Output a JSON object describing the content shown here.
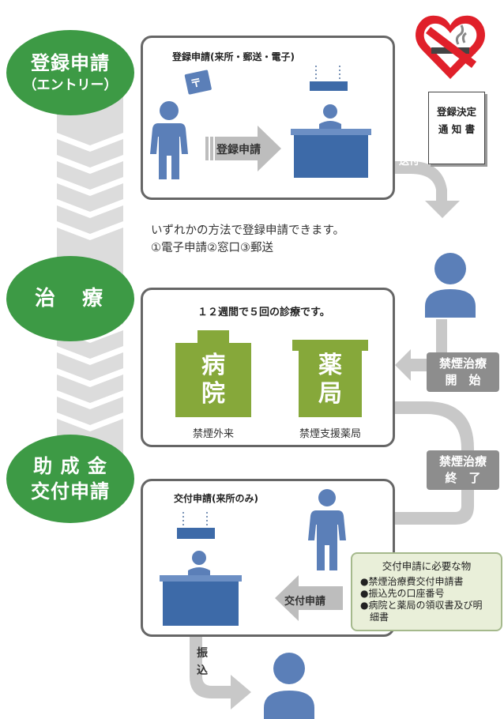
{
  "stages": {
    "registration": {
      "title": "登録申請",
      "subtitle": "（エントリー）"
    },
    "treatment": {
      "title": "治　療"
    },
    "subsidy": {
      "line1": "助 成 金",
      "line2": "交付申請"
    }
  },
  "panel1": {
    "title": "登録申請(来所・郵送・電子)",
    "arrow_label": "登録申請",
    "postal_mark": "〒",
    "send_label": "送付",
    "doc_line1": "登録決定",
    "doc_line2": "通 知 書"
  },
  "note": {
    "line1": "いずれかの方法で登録申請できます。",
    "line2": "①電子申請②窓口③郵送"
  },
  "panel2": {
    "title": "１２週間で５回の診療です。",
    "hospital_label": "病\n院",
    "hospital_caption": "禁煙外来",
    "pharmacy_label": "薬\n局",
    "pharmacy_caption": "禁煙支援薬局"
  },
  "badges": {
    "start": {
      "line1": "禁煙治療",
      "line2": "開　始"
    },
    "end": {
      "line1": "禁煙治療",
      "line2": "終　了"
    }
  },
  "panel3": {
    "title": "交付申請(来所のみ)",
    "arrow_label": "交付申請"
  },
  "requirements": {
    "title": "交付申請に必要な物",
    "items": [
      "●禁煙治療費交付申請書",
      "●振込先の口座番号",
      "●病院と薬局の領収書及び明",
      "　細書"
    ]
  },
  "transfer": {
    "line1": "振",
    "line2": "込"
  },
  "colors": {
    "green": "#3d9a45",
    "olive": "#86a83a",
    "person": "#5b7fb8",
    "desk": "#3d6aa8",
    "arrow_grey": "#c8c8c8",
    "badge_grey": "#8d8d8d",
    "no_smoking_red": "#e0202a"
  }
}
